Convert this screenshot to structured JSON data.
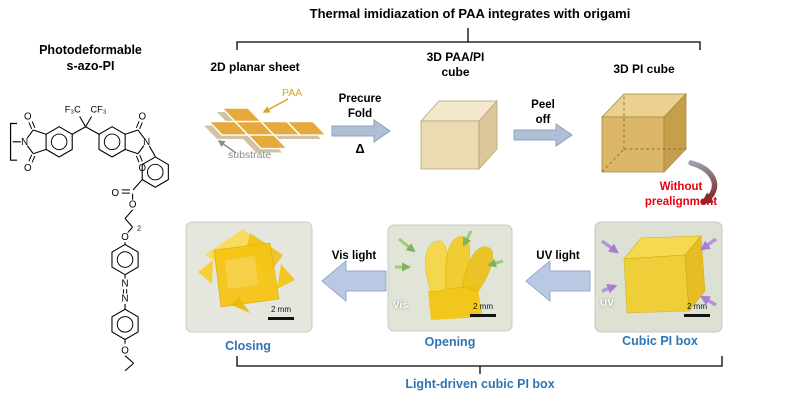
{
  "title": "Thermal imidiazation of PAA integrates with origami",
  "left_panel": {
    "name_line1": "Photodeformable",
    "name_line2": "s-azo-PI",
    "structure_atoms": [
      "F₃C",
      "CF₃",
      "N",
      "O",
      "O",
      "N",
      "O",
      "O",
      "O",
      "O",
      "2",
      "O",
      "N",
      "N",
      "O"
    ]
  },
  "process": {
    "step1_label": "2D planar sheet",
    "paa_label": "PAA",
    "substrate_label": "substrate",
    "arrow1_line1": "Precure",
    "arrow1_line2": "Fold",
    "arrow1_symbol": "Δ",
    "step2_line1": "3D PAA/PI",
    "step2_line2": "cube",
    "arrow2_line1": "Peel",
    "arrow2_line2": "off",
    "step3_label": "3D PI cube",
    "transition_line1": "Without",
    "transition_line2": "prealignment"
  },
  "photos": {
    "closing_caption": "Closing",
    "opening_caption": "Opening",
    "cubic_caption": "Cubic PI box",
    "vis_arrow_label": "Vis light",
    "uv_arrow_label": "UV light",
    "vis_tag": "Vis",
    "uv_tag": "UV",
    "scale_label": "2 mm"
  },
  "footer_label": "Light-driven cubic PI box",
  "colors": {
    "accent_blue": "#2E75B6",
    "alert_red": "#E8000D",
    "paa_gold": "#D9A41B",
    "substrate_gray": "#8A8A8A",
    "pi_yellow": "#F4C90F",
    "uv_purple": "#A87FD0",
    "vis_green": "#7FB35D",
    "block_arrow_fill": "#BAC9E3"
  }
}
